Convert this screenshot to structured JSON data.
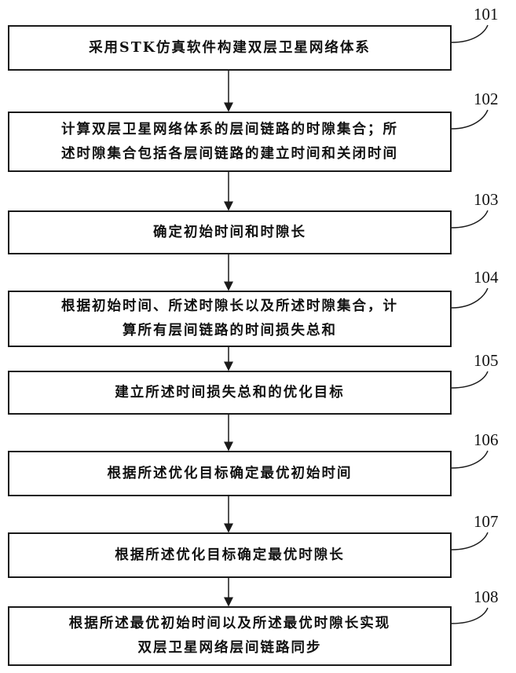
{
  "steps": [
    {
      "id": "101",
      "lines": [
        "采用STK仿真软件构建双层卫星网络体系"
      ]
    },
    {
      "id": "102",
      "lines": [
        "计算双层卫星网络体系的层间链路的时隙集合；所",
        "述时隙集合包括各层间链路的建立时间和关闭时间"
      ]
    },
    {
      "id": "103",
      "lines": [
        "确定初始时间和时隙长"
      ]
    },
    {
      "id": "104",
      "lines": [
        "根据初始时间、所述时隙长以及所述时隙集合，计",
        "算所有层间链路的时间损失总和"
      ]
    },
    {
      "id": "105",
      "lines": [
        "建立所述时间损失总和的优化目标"
      ]
    },
    {
      "id": "106",
      "lines": [
        "根据所述优化目标确定最优初始时间"
      ]
    },
    {
      "id": "107",
      "lines": [
        "根据所述优化目标确定最优时隙长"
      ]
    },
    {
      "id": "108",
      "lines": [
        "根据所述最优初始时间以及所述最优时隙长实现",
        "双层卫星网络层间链路同步"
      ]
    }
  ]
}
